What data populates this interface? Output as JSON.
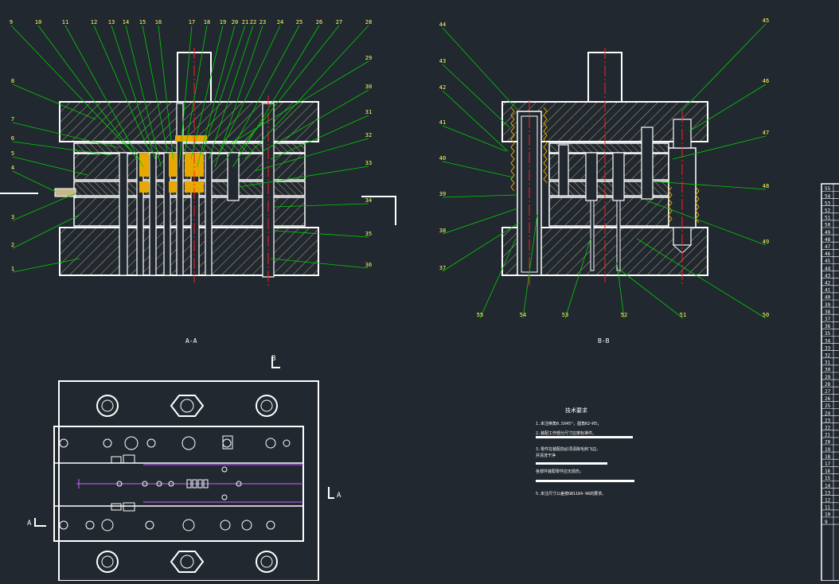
{
  "colors": {
    "background": "#212830",
    "outline": "#ffffff",
    "leader": "#00e000",
    "hatch": "#c9b98a",
    "highlight": "#f0b000",
    "centerline": "#ff2020",
    "accent": "#d060ff",
    "label": "#ffff40"
  },
  "views": {
    "section_a_title": "A-A",
    "section_b_title": "B-B",
    "plan_b_mark": "B",
    "plan_a_mark_left": "A",
    "plan_a_mark_right": "A"
  },
  "left_labels_top": [
    "9",
    "10",
    "11",
    "12",
    "13",
    "14",
    "15",
    "16",
    "17",
    "18",
    "19",
    "20",
    "21",
    "22",
    "23",
    "24",
    "25",
    "26",
    "27",
    "28"
  ],
  "left_labels_side": [
    "8",
    "7",
    "6",
    "5",
    "4",
    "3",
    "2",
    "1"
  ],
  "left_labels_right": [
    "29",
    "30",
    "31",
    "32",
    "33",
    "34",
    "35",
    "36"
  ],
  "right_labels_left": [
    "44",
    "43",
    "42",
    "41",
    "40",
    "39",
    "38",
    "37"
  ],
  "right_labels_right": [
    "45",
    "46",
    "47",
    "48",
    "49"
  ],
  "right_labels_bottom": [
    "55",
    "54",
    "53",
    "52",
    "51",
    "50"
  ],
  "tech_requirements": {
    "title": "技术要求",
    "items": [
      "1.未注倒角0.5X45°，圆角R2~R5；",
      "2.装配工作部分尺寸应按标准件。",
      "3.零件在装配前必须清除毛刺飞边，",
      "  并清洗干净",
      "  各部件装配零件应无损伤。",
      "5.未注尺寸公差按GB1184-96的要求。"
    ]
  },
  "parts_list_numbers": [
    "55",
    "54",
    "53",
    "52",
    "51",
    "50",
    "49",
    "48",
    "47",
    "46",
    "45",
    "44",
    "43",
    "42",
    "41",
    "40",
    "39",
    "38",
    "37",
    "36",
    "35",
    "34",
    "33",
    "32",
    "31",
    "30",
    "29",
    "28",
    "27",
    "26",
    "25",
    "24",
    "23",
    "22",
    "21",
    "20",
    "19",
    "18",
    "17",
    "16",
    "15",
    "14",
    "13",
    "12",
    "11",
    "10",
    "9"
  ]
}
